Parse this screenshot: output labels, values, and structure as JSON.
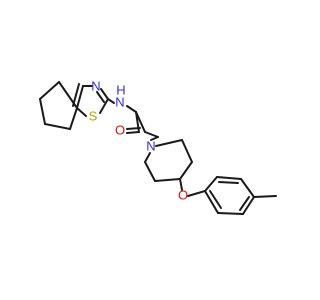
{
  "atoms": {
    "N_thiazole": {
      "label": "N",
      "color": "#2f2fe0"
    },
    "S_thiazole": {
      "label": "S",
      "color": "#b8a400"
    },
    "N_amide": {
      "label": "N",
      "color": "#2f2fe0"
    },
    "H_amide": {
      "label": "H",
      "color": "#2f2fe0"
    },
    "O_carbonyl": {
      "label": "O",
      "color": "#e01010"
    },
    "N_piperidine": {
      "label": "N",
      "color": "#2f2fe0"
    },
    "O_ether": {
      "label": "O",
      "color": "#e01010"
    }
  },
  "colors": {
    "bond": "#1a1a1a",
    "background": "#ffffff"
  }
}
